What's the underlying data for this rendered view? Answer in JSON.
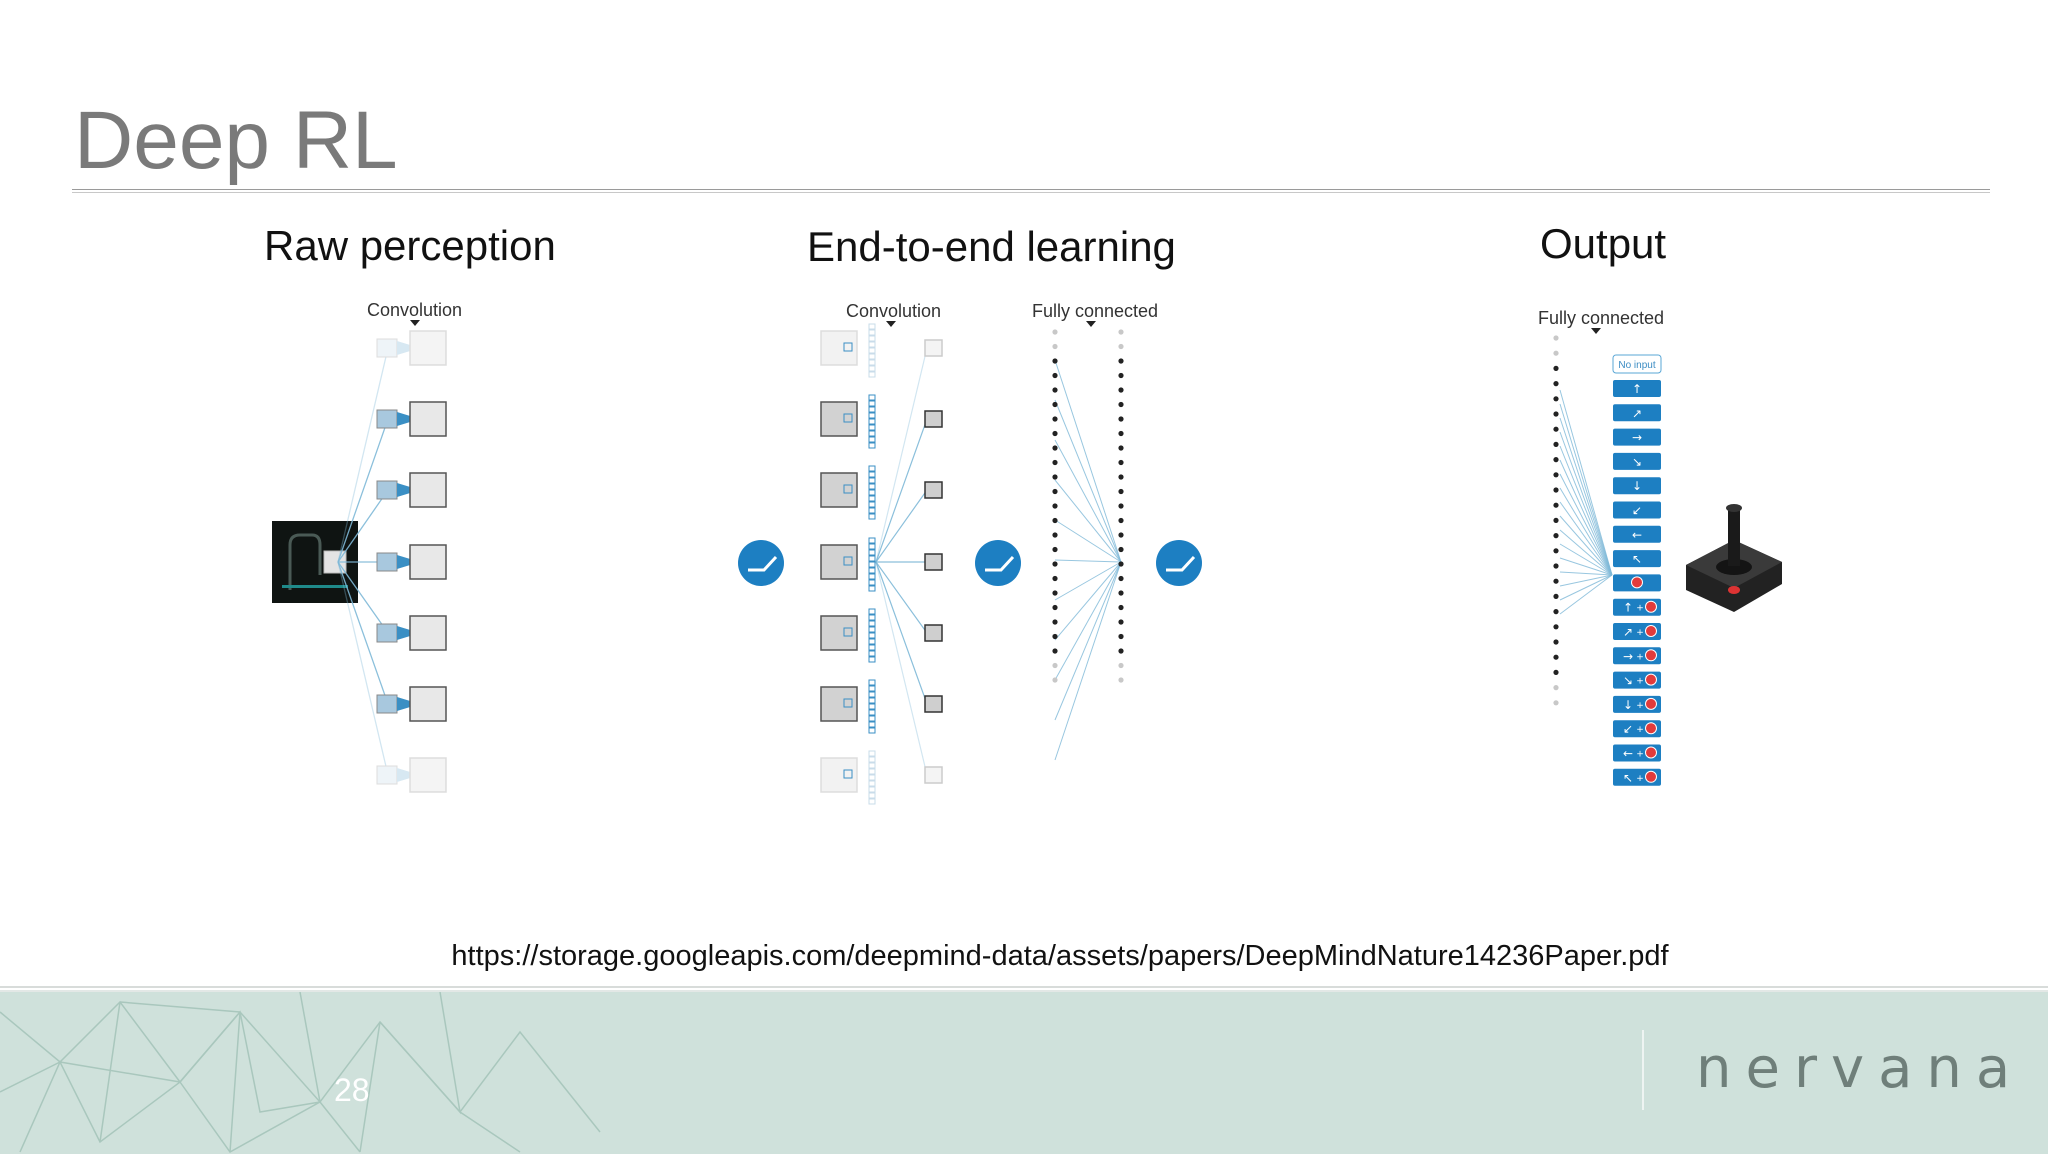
{
  "slide": {
    "title": "Deep RL",
    "page_number": "28",
    "source_url": "https://storage.googleapis.com/deepmind-data/assets/papers/DeepMindNature14236Paper.pdf",
    "brand": "nervana"
  },
  "sections": {
    "raw_perception": "Raw perception",
    "end_to_end": "End-to-end learning",
    "output": "Output"
  },
  "diagram_labels": {
    "convolution": "Convolution",
    "fully_connected": "Fully connected",
    "no_input": "No input"
  },
  "actions": [
    "↑",
    "↗",
    "→",
    "↘",
    "↓",
    "↙",
    "←",
    "↖",
    "fire",
    "↑+fire",
    "↗+fire",
    "→+fire",
    "↘+fire",
    "↓+fire",
    "↙+fire",
    "←+fire",
    "↖+fire"
  ],
  "colors": {
    "accent_blue": "#1d7fc2",
    "line_blue": "#7fb9d8",
    "title_gray": "#7a7a7a",
    "footer_green": "#cfe1db",
    "fire_red": "#e23b3b"
  }
}
